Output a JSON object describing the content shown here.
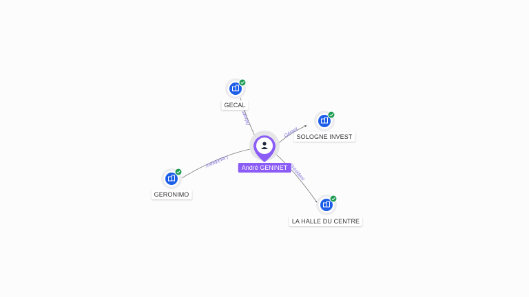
{
  "center": {
    "name": "André GENINET",
    "icon": "person-icon",
    "color": "#8b5cf6"
  },
  "companies": [
    {
      "id": "gecal",
      "name": "GECAL",
      "relation": "Gérant",
      "icon": "building-icon",
      "verified": true
    },
    {
      "id": "sologne",
      "name": "SOLOGNE INVEST",
      "relation": "Gérant",
      "icon": "building-icon",
      "verified": true
    },
    {
      "id": "geronimo",
      "name": "GERONIMO",
      "relation": "Liquidateur",
      "icon": "building-icon",
      "verified": true
    },
    {
      "id": "halle",
      "name": "LA HALLE DU CENTRE",
      "relation": "Président",
      "icon": "building-icon",
      "verified": true
    }
  ],
  "colors": {
    "company": "#1d5ee8",
    "verified": "#1f9d55",
    "edge": "#777777",
    "edge_label": "#7c6fd6"
  }
}
